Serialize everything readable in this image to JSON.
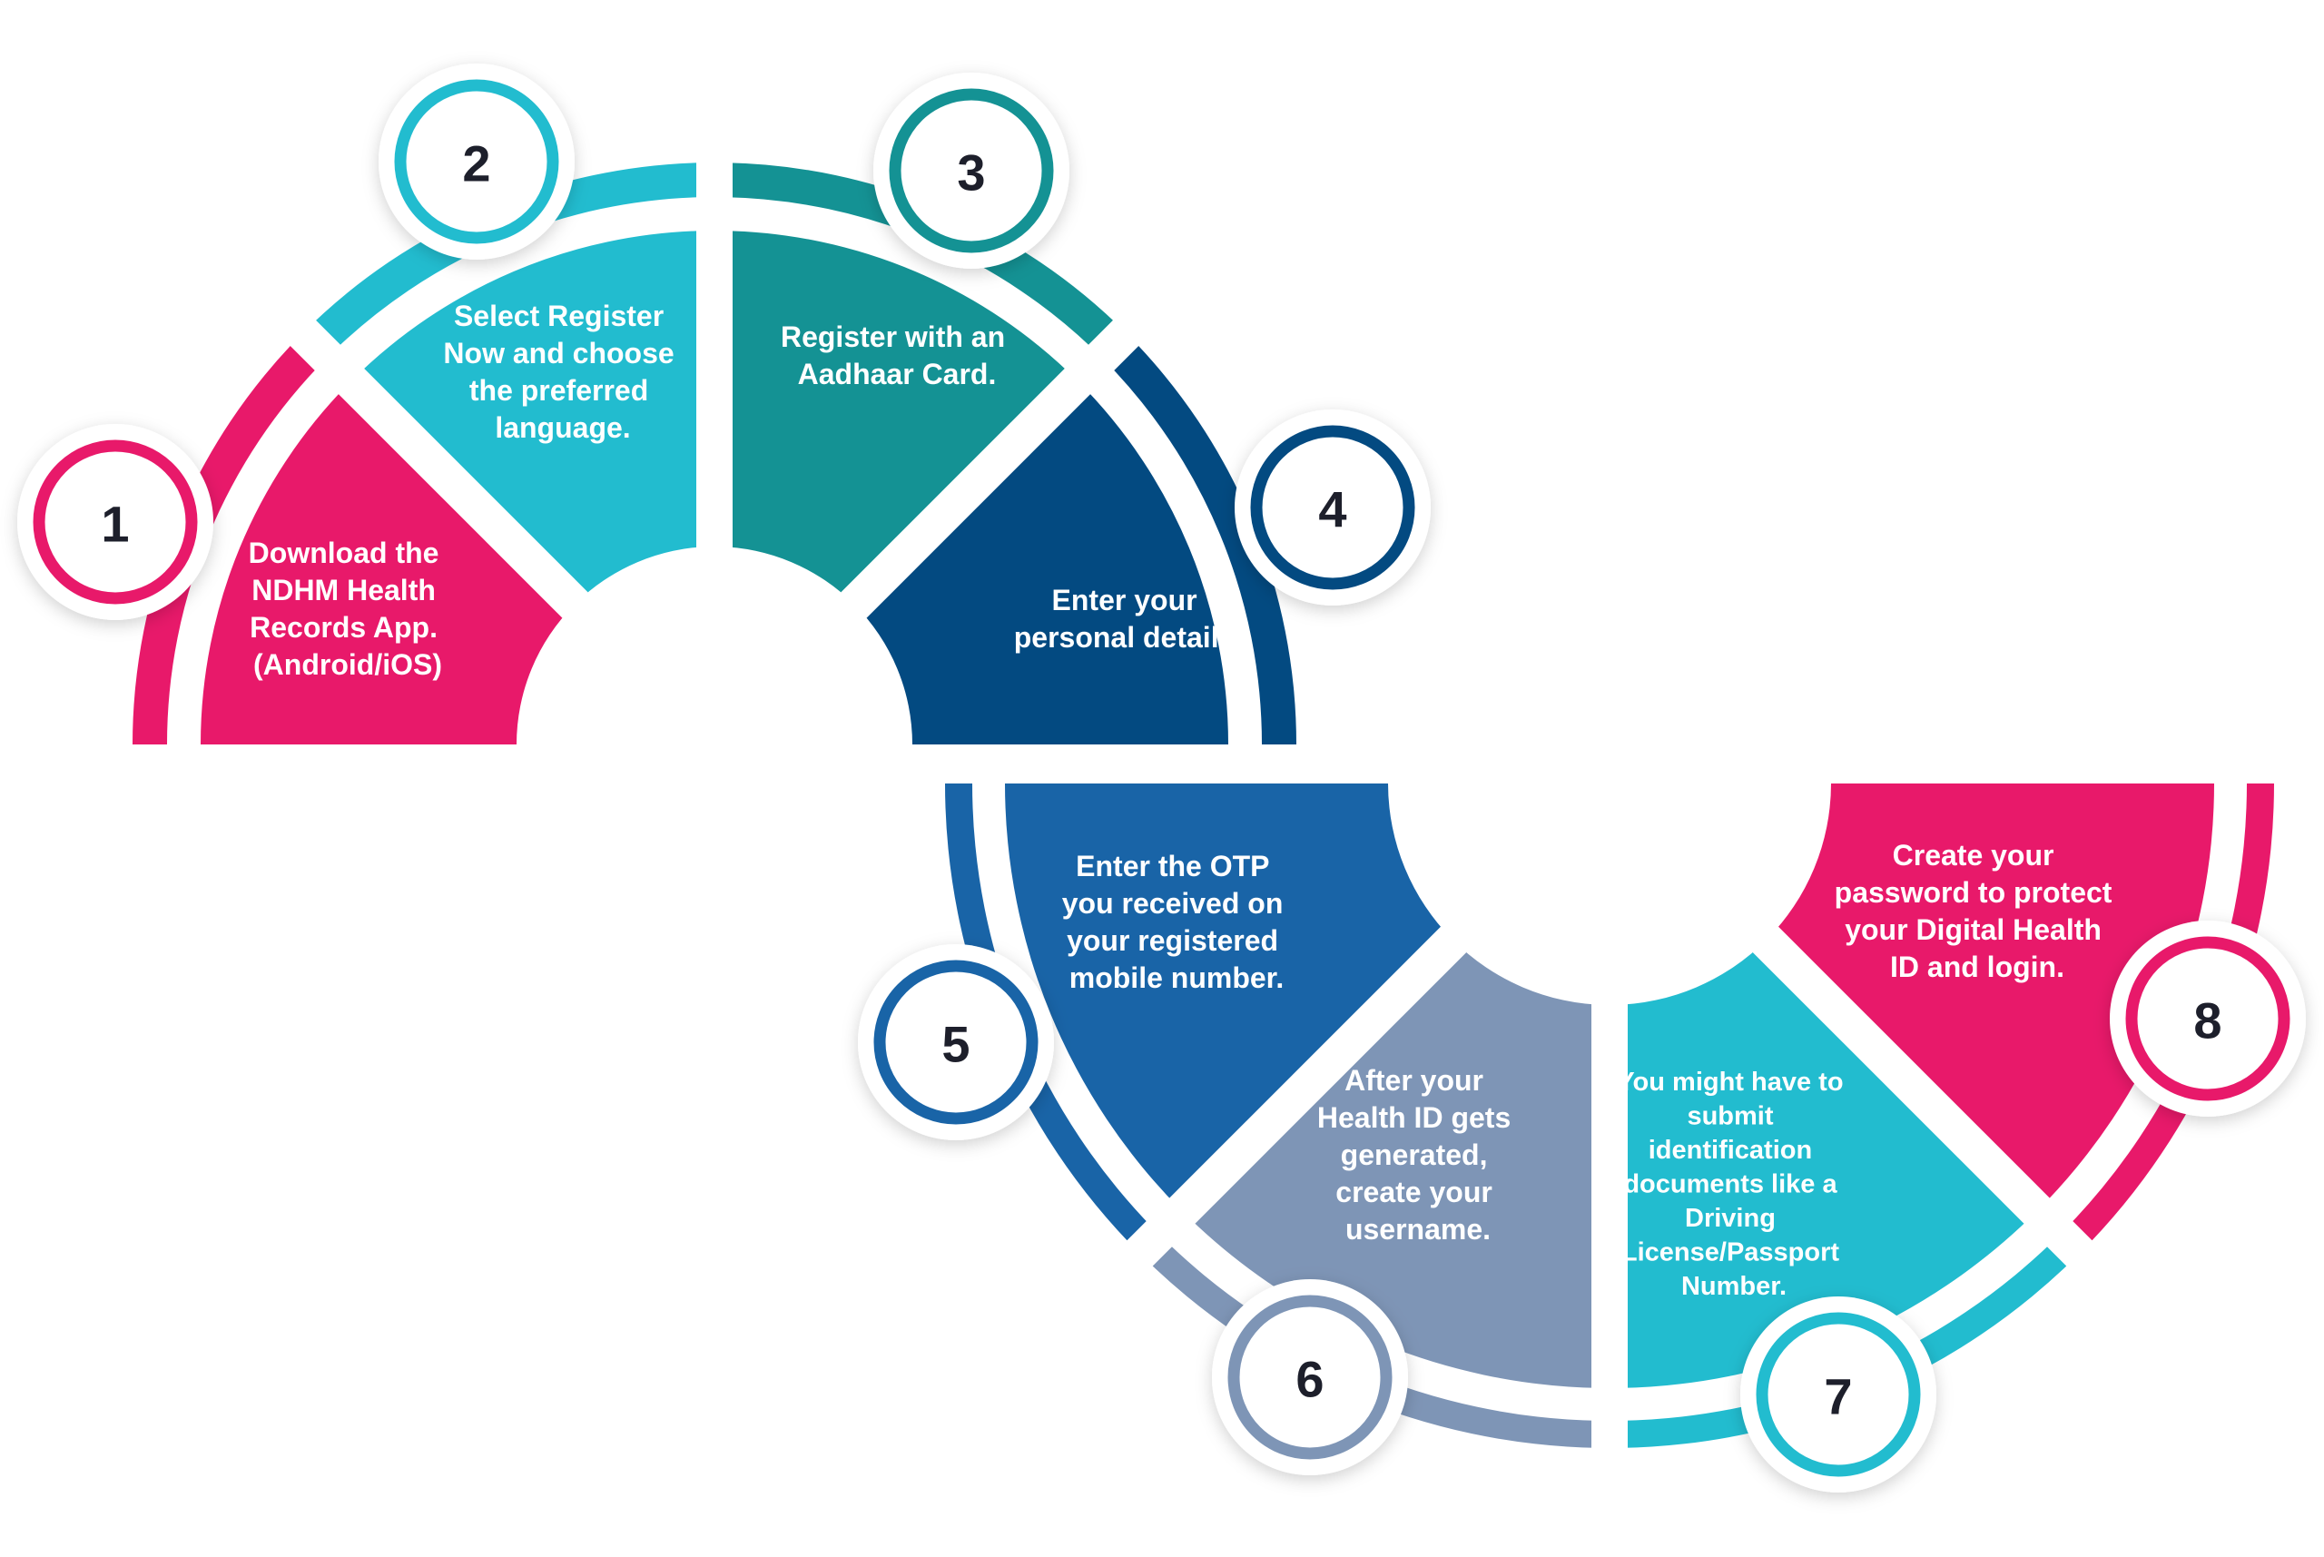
{
  "steps": [
    {
      "number": "1",
      "color": "#e8196a",
      "lines": [
        "Download the",
        "NDHM Health",
        "Records App.",
        "(Android/iOS)"
      ]
    },
    {
      "number": "2",
      "color": "#22bccf",
      "lines": [
        "Select Register",
        "Now and choose",
        "the preferred",
        "language."
      ]
    },
    {
      "number": "3",
      "color": "#149294",
      "lines": [
        "Register with an",
        "Aadhaar Card."
      ]
    },
    {
      "number": "4",
      "color": "#034a81",
      "lines": [
        "Enter your",
        "personal details."
      ]
    },
    {
      "number": "5",
      "color": "#1964a7",
      "lines": [
        "Enter the OTP",
        "you received on",
        "your registered",
        "mobile number."
      ]
    },
    {
      "number": "6",
      "color": "#7e95b6",
      "lines": [
        "After your",
        "Health ID gets",
        "generated,",
        "create your",
        "username."
      ]
    },
    {
      "number": "7",
      "color": "#22bccf",
      "lines": [
        "You might have to",
        "submit",
        "identification",
        "documents like a",
        "Driving",
        "License/Passport",
        "Number."
      ]
    },
    {
      "number": "8",
      "color": "#e8196a",
      "lines": [
        "Create your",
        "password to protect",
        "your Digital Health",
        "ID and login."
      ]
    }
  ]
}
